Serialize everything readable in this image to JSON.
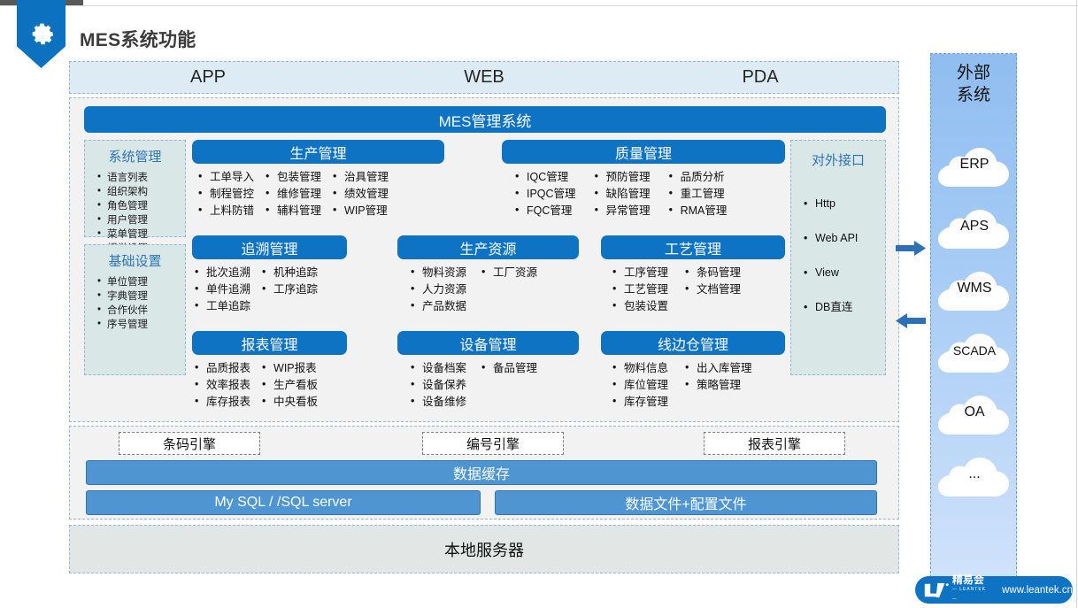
{
  "header": {
    "title": "MES系统功能",
    "logo_icon": "gear-icon"
  },
  "clients": [
    "APP",
    "WEB",
    "PDA"
  ],
  "mes": {
    "system_title": "MES管理系统"
  },
  "left_boxes": [
    {
      "title": "系统管理",
      "items": [
        "语言列表",
        "组织架构",
        "角色管理",
        "用户管理",
        "菜单管理",
        "视觉设置"
      ]
    },
    {
      "title": "基础设置",
      "items": [
        "单位管理",
        "字典管理",
        "合作伙伴",
        "序号管理"
      ]
    }
  ],
  "modules": [
    {
      "title": "生产管理",
      "columns": [
        [
          "工单导入",
          "制程管控",
          "上料防错"
        ],
        [
          "包装管理",
          "维修管理",
          "辅料管理"
        ],
        [
          "治具管理",
          "绩效管理",
          "WIP管理"
        ]
      ]
    },
    {
      "title": "质量管理",
      "columns": [
        [
          "IQC管理",
          "IPQC管理",
          "FQC管理"
        ],
        [
          "预防管理",
          "缺陷管理",
          "异常管理"
        ],
        [
          "品质分析",
          "重工管理",
          "RMA管理"
        ]
      ]
    },
    {
      "title": "追溯管理",
      "columns": [
        [
          "批次追溯",
          "单件追溯",
          "工单追踪"
        ],
        [
          "机种追踪",
          "工序追踪"
        ]
      ]
    },
    {
      "title": "生产资源",
      "columns": [
        [
          "物料资源",
          "人力资源",
          "产品数据"
        ],
        [
          "工厂资源"
        ]
      ]
    },
    {
      "title": "工艺管理",
      "columns": [
        [
          "工序管理",
          "工艺管理",
          "包装设置"
        ],
        [
          "条码管理",
          "文档管理"
        ]
      ]
    },
    {
      "title": "报表管理",
      "columns": [
        [
          "品质报表",
          "效率报表",
          "库存报表"
        ],
        [
          "WIP报表",
          "生产看板",
          "中央看板"
        ]
      ]
    },
    {
      "title": "设备管理",
      "columns": [
        [
          "设备档案",
          "设备保养",
          "设备维修"
        ],
        [
          "备品管理"
        ]
      ]
    },
    {
      "title": "线边仓管理",
      "columns": [
        [
          "物料信息",
          "库位管理",
          "库存管理"
        ],
        [
          "出入库管理",
          "策略管理"
        ]
      ]
    }
  ],
  "interface_panel": {
    "title": "对外接口",
    "items": [
      "Http",
      "Web API",
      "View",
      "DB直连"
    ]
  },
  "arrows": [
    {
      "name": "arrow-right-icon",
      "direction": "right"
    },
    {
      "name": "arrow-left-icon",
      "direction": "left"
    }
  ],
  "engines": [
    "条码引擎",
    "编号引擎",
    "报表引擎"
  ],
  "cache": "数据缓存",
  "storage": [
    "My SQL / /SQL server",
    "数据文件+配置文件"
  ],
  "server": "本地服务器",
  "external": {
    "title_line1": "外部",
    "title_line2": "系统",
    "systems": [
      "ERP",
      "APS",
      "WMS",
      "SCADA",
      "OA",
      "..."
    ]
  },
  "brand": {
    "name_cn": "精易会",
    "name_sub": "— LEANTEK —",
    "url": "www.leantek.cn"
  },
  "colors": {
    "accent_blue": "#0f73c4",
    "client_bar": "#dcebf4",
    "panel_gray": "#f2f2f2",
    "box_teal": "#d9e8e7",
    "bar_blue": "#4f95d2",
    "ext_blue": "#a9cdf5"
  }
}
